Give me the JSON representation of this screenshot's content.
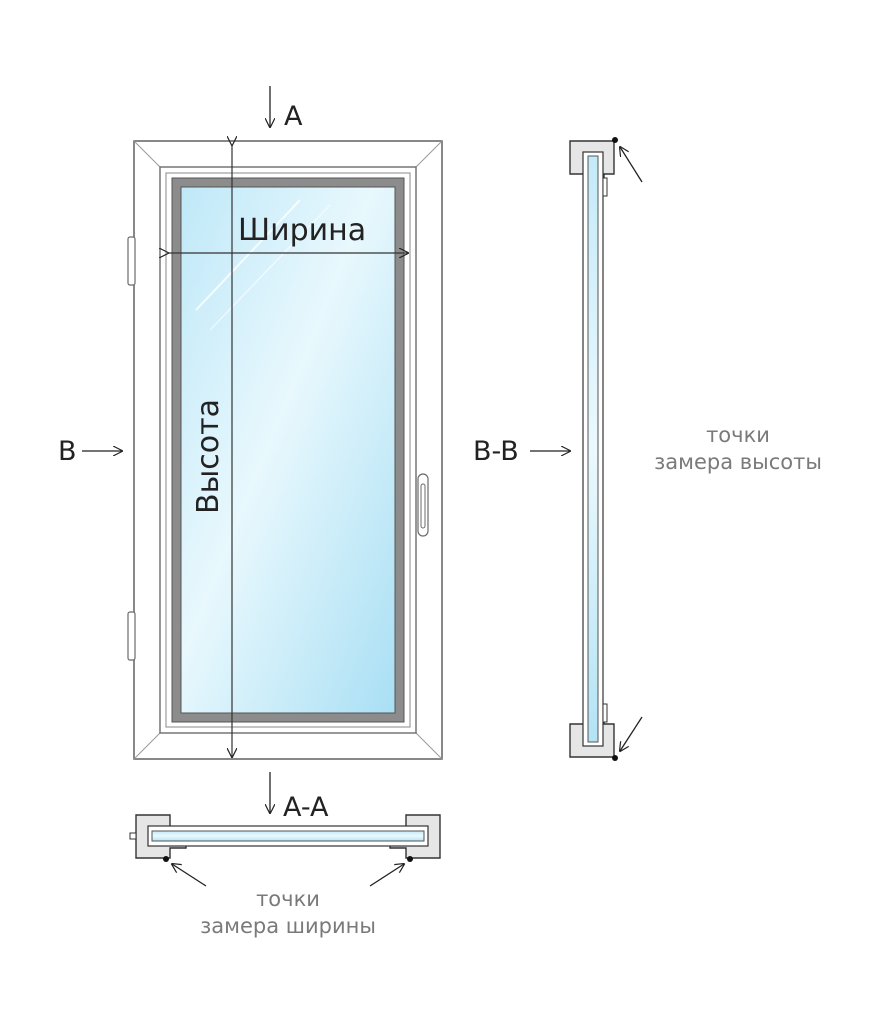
{
  "labels": {
    "section_a": "A",
    "section_b": "B",
    "section_bb": "B-B",
    "section_aa": "A-A",
    "width": "Ширина",
    "height": "Высота"
  },
  "notes": {
    "height_points": [
      "точки",
      "замера высоты"
    ],
    "width_points": [
      "точки",
      "замера ширины"
    ]
  },
  "colors": {
    "frame_stroke": "#6b6b6b",
    "frame_fill": "#ffffff",
    "seal": "#8c8c8c",
    "profile_fill": "#e6e6e6",
    "glass_light": "#eaf8fd",
    "glass_dark": "#a9dff4",
    "text": "#222222",
    "note_text": "#7a7a7a"
  }
}
